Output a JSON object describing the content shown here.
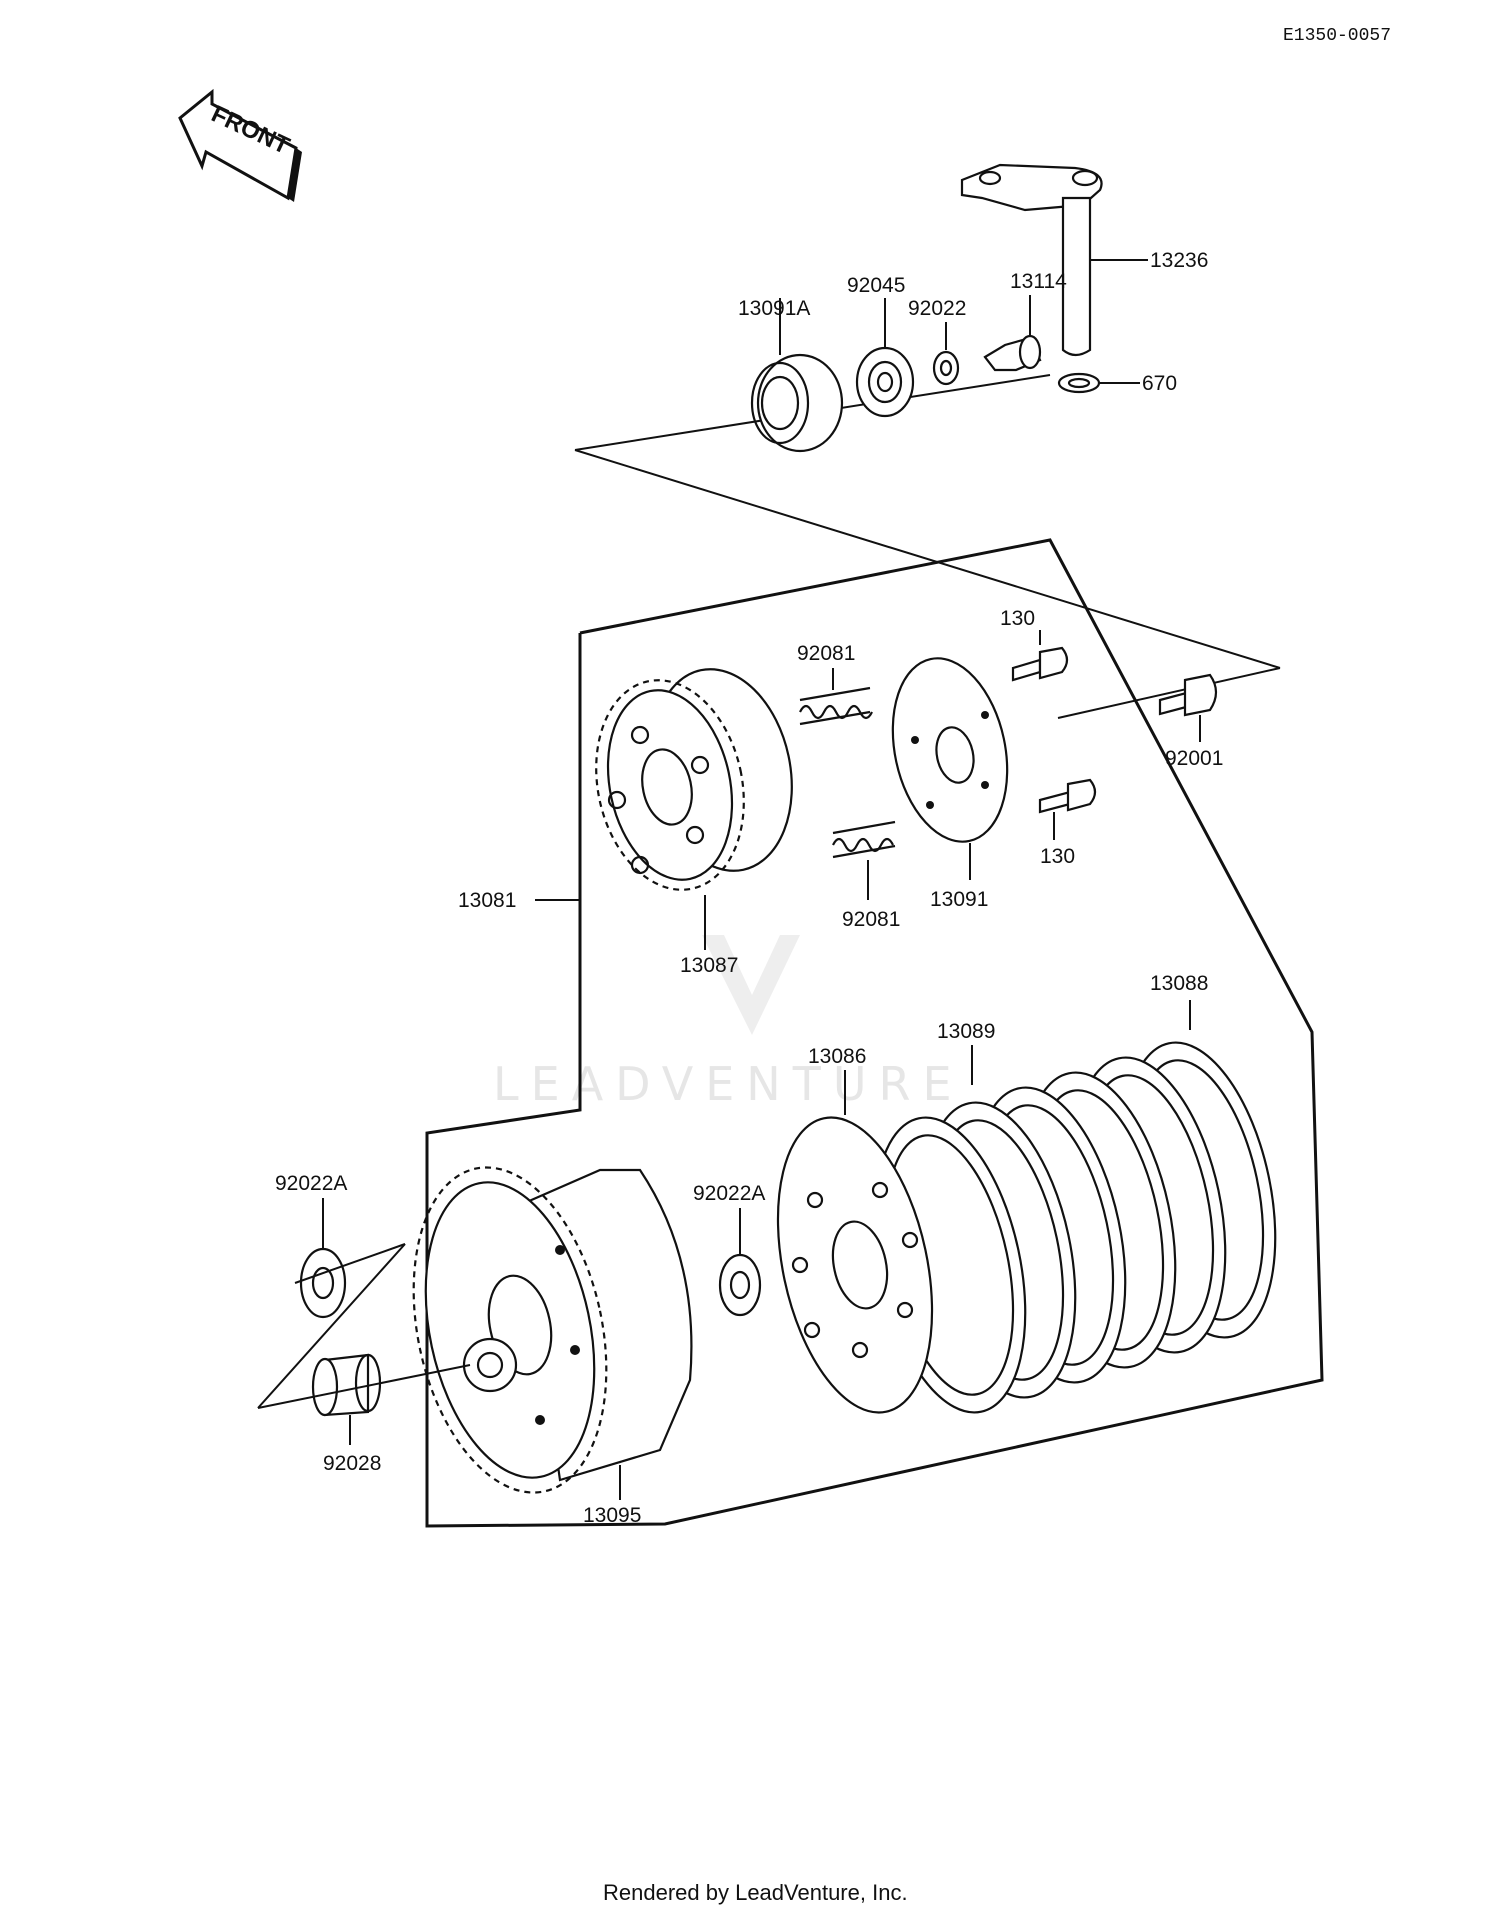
{
  "document_code": "E1350-0057",
  "front_arrow_text": "FRONT",
  "watermark_text": "LEADVENTURE",
  "footer_text": "Rendered by LeadVenture, Inc.",
  "callouts": {
    "c13236": "13236",
    "c13114": "13114",
    "c92045": "92045",
    "c92022": "92022",
    "c13091A": "13091A",
    "c670": "670",
    "c130_top": "130",
    "c92081_top": "92081",
    "c92001": "92001",
    "c130_bot": "130",
    "c13081": "13081",
    "c92081_bot": "92081",
    "c13091": "13091",
    "c13087": "13087",
    "c13088": "13088",
    "c13089": "13089",
    "c13086": "13086",
    "c92022A_left": "92022A",
    "c92022A_mid": "92022A",
    "c92028": "92028",
    "c13095": "13095"
  }
}
